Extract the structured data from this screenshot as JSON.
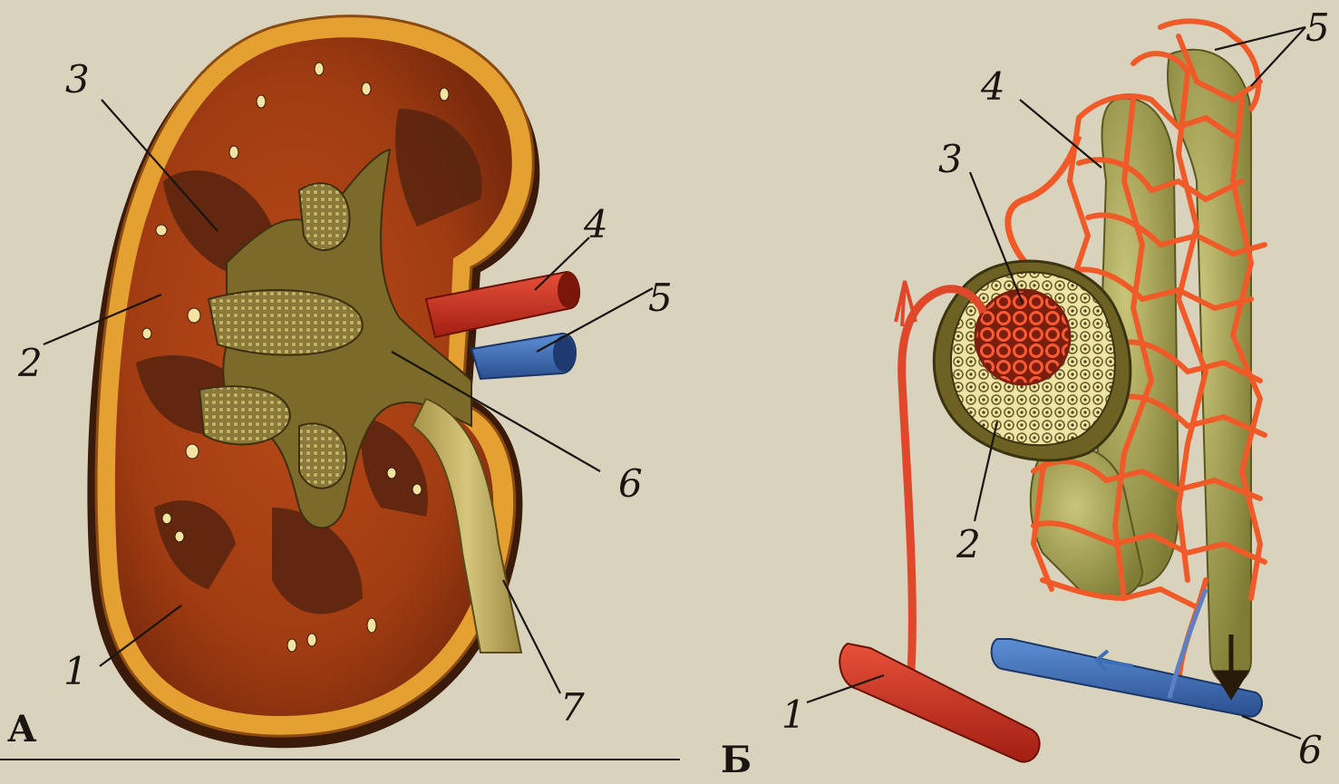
{
  "panels": {
    "a": {
      "letter": "А"
    },
    "b": {
      "letter": "Б"
    }
  },
  "labels_a": [
    "1",
    "2",
    "3",
    "4",
    "5",
    "6",
    "7"
  ],
  "labels_b": [
    "1",
    "2",
    "3",
    "4",
    "5",
    "6"
  ],
  "colors": {
    "background": "#d9d3bd",
    "artery": "#d2331f",
    "vein": "#3c6fb8",
    "capsule": "#e59a2e",
    "cortex": "#9a3a10",
    "medulla": "#5c2710",
    "pelvis": "#7c6a2a",
    "ureter": "#c8b86a",
    "tubule": "#a9a85a",
    "capillary": "#f05a28"
  }
}
